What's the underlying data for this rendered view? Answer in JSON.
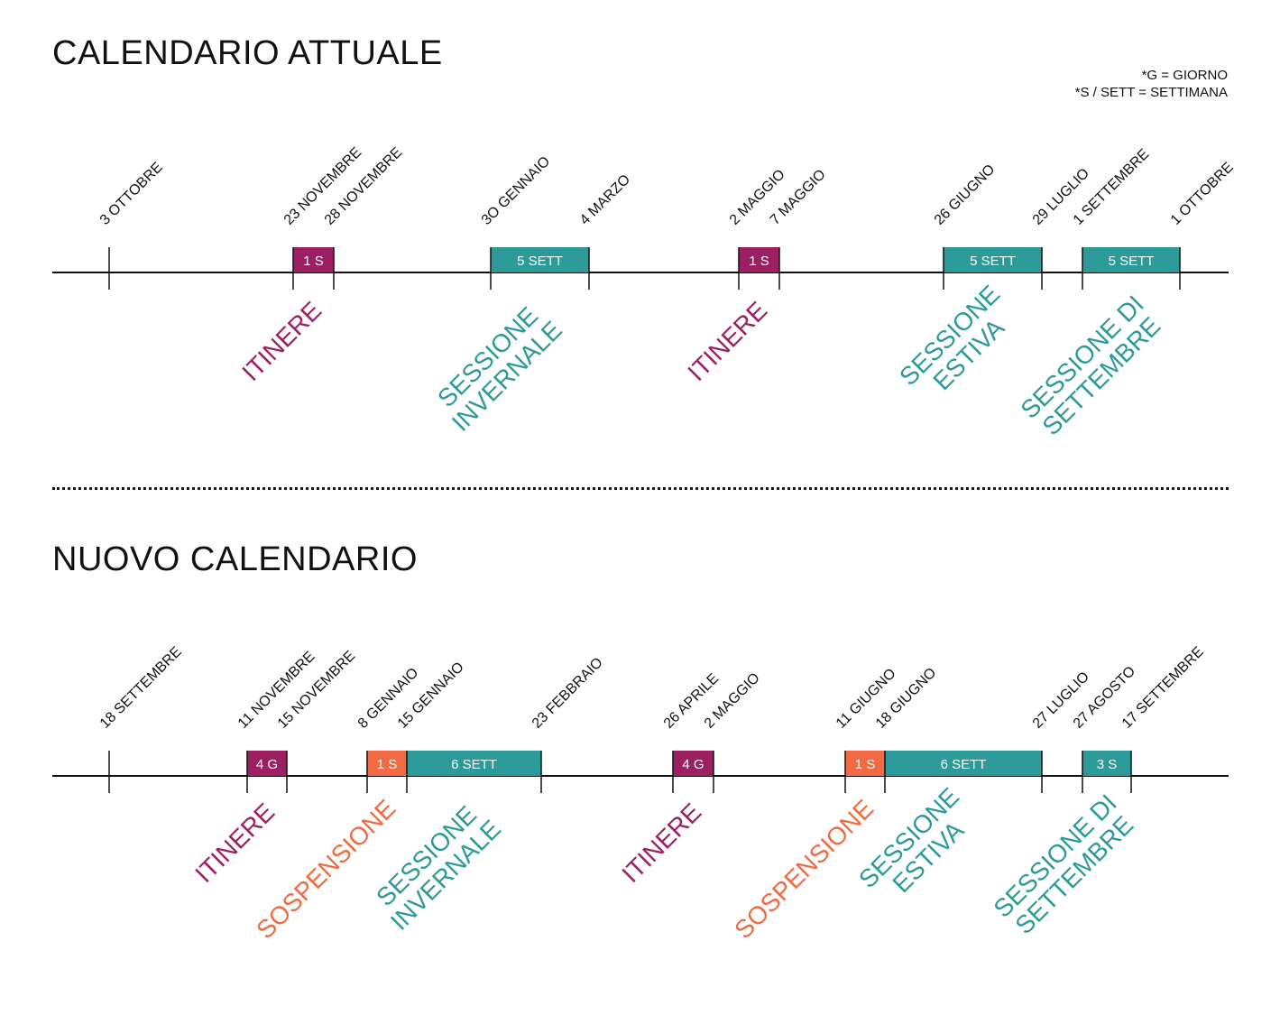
{
  "colors": {
    "itinere": "#9c1f62",
    "sessione": "#2c9a98",
    "sospensione": "#f06a43",
    "axis": "#111111"
  },
  "legend": {
    "line1": "*G = GIORNO",
    "line2": "*S / SETT = SETTIMANA"
  },
  "timelines": [
    {
      "title": "CALENDARIO ATTUALE",
      "dates": [
        "3 OTTOBRE",
        "23 NOVEMBRE",
        "28 NOVEMBRE",
        "3O GENNAIO",
        "4 MARZO",
        "2 MAGGIO",
        "7 MAGGIO",
        "26 GIUGNO",
        "29 LUGLIO",
        "1 SETTEMBRE",
        "1 OTTOBRE"
      ],
      "segments": [
        {
          "start": "23 NOVEMBRE",
          "end": "28 NOVEMBRE",
          "label": "1 S",
          "kind": "itinere"
        },
        {
          "start": "3O GENNAIO",
          "end": "4 MARZO",
          "label": "5 SETT",
          "kind": "sessione"
        },
        {
          "start": "2 MAGGIO",
          "end": "7 MAGGIO",
          "label": "1 S",
          "kind": "itinere"
        },
        {
          "start": "26 GIUGNO",
          "end": "29 LUGLIO",
          "label": "5 SETT",
          "kind": "sessione"
        },
        {
          "start": "1 SETTEMBRE",
          "end": "1 OTTOBRE",
          "label": "5 SETT",
          "kind": "sessione"
        }
      ],
      "periods": [
        {
          "lines": [
            "ITINERE"
          ],
          "kind": "itinere"
        },
        {
          "lines": [
            "SESSIONE",
            "INVERNALE"
          ],
          "kind": "sessione"
        },
        {
          "lines": [
            "ITINERE"
          ],
          "kind": "itinere"
        },
        {
          "lines": [
            "SESSIONE",
            "ESTIVA"
          ],
          "kind": "sessione"
        },
        {
          "lines": [
            "SESSIONE DI",
            "SETTEMBRE"
          ],
          "kind": "sessione"
        }
      ]
    },
    {
      "title": "NUOVO CALENDARIO",
      "dates": [
        "18 SETTEMBRE",
        "11 NOVEMBRE",
        "15 NOVEMBRE",
        "8 GENNAIO",
        "15 GENNAIO",
        "23 FEBBRAIO",
        "26 APRILE",
        "2 MAGGIO",
        "11 GIUGNO",
        "18 GIUGNO",
        "27 LUGLIO",
        "27 AGOSTO",
        "17 SETTEMBRE"
      ],
      "segments": [
        {
          "start": "11 NOVEMBRE",
          "end": "15 NOVEMBRE",
          "label": "4 G",
          "kind": "itinere"
        },
        {
          "start": "8 GENNAIO",
          "end": "15 GENNAIO",
          "label": "1 S",
          "kind": "sospensione"
        },
        {
          "start": "15 GENNAIO",
          "end": "23 FEBBRAIO",
          "label": "6 SETT",
          "kind": "sessione"
        },
        {
          "start": "26 APRILE",
          "end": "2 MAGGIO",
          "label": "4 G",
          "kind": "itinere"
        },
        {
          "start": "11 GIUGNO",
          "end": "18 GIUGNO",
          "label": "1 S",
          "kind": "sospensione"
        },
        {
          "start": "18 GIUGNO",
          "end": "27 LUGLIO",
          "label": "6 SETT",
          "kind": "sessione"
        },
        {
          "start": "27 AGOSTO",
          "end": "17 SETTEMBRE",
          "label": "3 S",
          "kind": "sessione"
        }
      ],
      "periods": [
        {
          "lines": [
            "ITINERE"
          ],
          "kind": "itinere"
        },
        {
          "lines": [
            "SOSPENSIONE"
          ],
          "kind": "sospensione"
        },
        {
          "lines": [
            "SESSIONE",
            "INVERNALE"
          ],
          "kind": "sessione"
        },
        {
          "lines": [
            "ITINERE"
          ],
          "kind": "itinere"
        },
        {
          "lines": [
            "SOSPENSIONE"
          ],
          "kind": "sospensione"
        },
        {
          "lines": [
            "SESSIONE",
            "ESTIVA"
          ],
          "kind": "sessione"
        },
        {
          "lines": [
            "SESSIONE DI",
            "SETTEMBRE"
          ],
          "kind": "sessione"
        }
      ]
    }
  ]
}
